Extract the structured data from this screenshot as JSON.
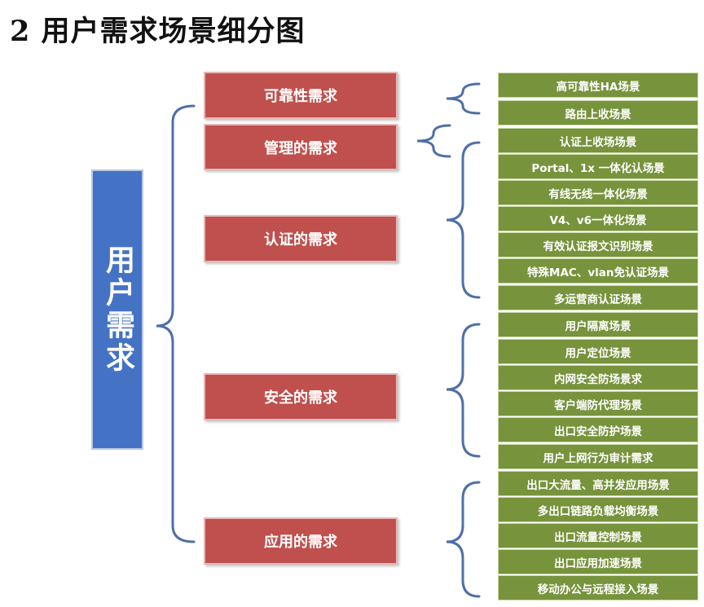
{
  "title": "2 用户需求场景细分图",
  "root": "用户需求",
  "categories": [
    {
      "label": "可靠性需求",
      "items": [
        "高可靠性HA场景",
        "路由上收场景"
      ]
    },
    {
      "label": "管理的需求",
      "items": [
        "认证上收场场景"
      ]
    },
    {
      "label": "认证的需求",
      "items": [
        "Portal、1x 一体化认场景",
        "有线无线一体化场景",
        "V4、v6一体化场景",
        "有效认证报文识别场景",
        "特殊MAC、vlan免认证场景",
        "多运营商认证场景"
      ]
    },
    {
      "label": "安全的需求",
      "items": [
        "用户隔离场景",
        "用户定位场景",
        "内网安全防场景求",
        "客户端防代理场景",
        "出口安全防护场景",
        "用户上网行为审计需求"
      ]
    },
    {
      "label": "应用的需求",
      "items": [
        "出口大流量、高并发应用场景",
        "多出口链路负载均衡场景",
        "出口流量控制场景",
        "出口应用加速场景",
        "移动办公与远程接入场景"
      ]
    }
  ],
  "colors": {
    "root": "#4472c4",
    "category": "#c0504d",
    "leaf": "#77933c",
    "brace": "#4f6fa8"
  }
}
